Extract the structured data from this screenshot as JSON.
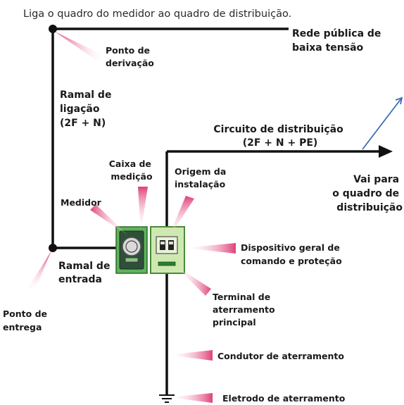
{
  "title": "Liga o quadro do medidor ao quadro de distribuição.",
  "labels": {
    "rede_publica": [
      "Rede pública de",
      "baixa tensão"
    ],
    "ponto_derivacao": [
      "Ponto de",
      "derivação"
    ],
    "ramal_ligacao": [
      "Ramal de",
      "ligação",
      "(2F + N)"
    ],
    "circuito_distribuicao": [
      "Circuito de distribuição",
      "(2F + N + PE)"
    ],
    "vai_para": [
      "Vai para",
      "o quadro de",
      "distribuição"
    ],
    "caixa_medicao": [
      "Caixa de",
      "medição"
    ],
    "origem_instalacao": [
      "Origem da",
      "instalação"
    ],
    "medidor": [
      "Medidor"
    ],
    "dispositivo_geral": [
      "Dispositivo geral de",
      "comando e proteção"
    ],
    "ramal_entrada": [
      "Ramal de",
      "entrada"
    ],
    "ponto_entrega": [
      "Ponto de",
      "entrega"
    ],
    "terminal_aterramento": [
      "Terminal de",
      "aterramento",
      "principal"
    ],
    "condutor_aterramento": [
      "Condutor de aterramento"
    ],
    "eletrodo_aterramento": [
      "Eletrodo de aterramento"
    ]
  },
  "colors": {
    "line": "#111111",
    "pointer": "#e0407a",
    "box_green": "#5fb35a",
    "box_light": "#cfe8b0",
    "blue_arrow": "#3b6db5"
  }
}
